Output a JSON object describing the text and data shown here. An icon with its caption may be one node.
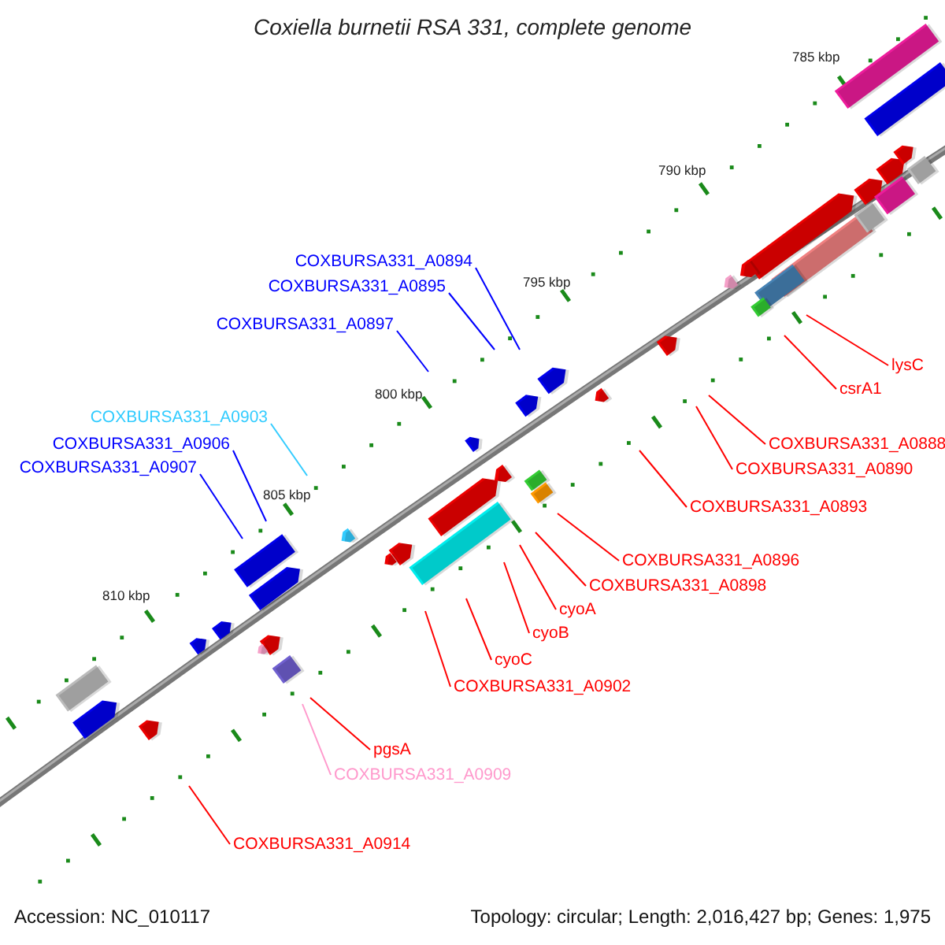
{
  "diagram": {
    "title": "Coxiella burnetii RSA 331, complete genome",
    "nodes": [
      {
        "text": [
          "COXBURSA331_A0894"
        ]
      },
      {
        "text": [
          "COXBURSA331_A0895"
        ]
      },
      {
        "text": [
          "COXBURSA331_A0897"
        ]
      },
      {
        "text": [
          "COXBURSA331_A0903"
        ]
      },
      {
        "text": [
          "COXBURSA331_A0906"
        ]
      },
      {
        "text": [
          "COXBURSA331_A0907"
        ]
      },
      {
        "text": [
          "lysC"
        ]
      },
      {
        "text": [
          "csrA1"
        ]
      },
      {
        "text": [
          "COXBURSA331_A0888"
        ]
      },
      {
        "text": [
          "COXBURSA331_A0890"
        ]
      },
      {
        "text": [
          "COXBURSA331_A0893"
        ]
      },
      {
        "text": [
          "COXBURSA331_A0896"
        ]
      },
      {
        "text": [
          "COXBURSA331_A0898"
        ]
      },
      {
        "text": [
          "cyoA"
        ]
      },
      {
        "text": [
          "cyoB"
        ]
      },
      {
        "text": [
          "cyoC"
        ]
      },
      {
        "text": [
          "COXBURSA331_A0902"
        ]
      },
      {
        "text": [
          "pgsA"
        ]
      },
      {
        "text": [
          "COXBURSA331_A0909"
        ]
      },
      {
        "text": [
          "COXBURSA331_A0914"
        ]
      }
    ],
    "edges": [
      {
        "from": 0,
        "to": null,
        "arrow": "none",
        "color": "#0000ff"
      },
      {
        "from": 1,
        "to": null,
        "arrow": "none",
        "color": "#0000ff"
      },
      {
        "from": 2,
        "to": null,
        "arrow": "none",
        "color": "#0000ff"
      },
      {
        "from": 3,
        "to": null,
        "arrow": "none",
        "color": "#33ccff"
      },
      {
        "from": 4,
        "to": null,
        "arrow": "none",
        "color": "#0000ff"
      },
      {
        "from": 5,
        "to": null,
        "arrow": "none",
        "color": "#0000ff"
      },
      {
        "from": 6,
        "to": null,
        "arrow": "none"
      },
      {
        "from": 7,
        "to": null,
        "arrow": "none"
      },
      {
        "from": 8,
        "to": null,
        "arrow": "none"
      },
      {
        "from": 9,
        "to": null,
        "arrow": "none"
      },
      {
        "from": 10,
        "to": null,
        "arrow": "none"
      },
      {
        "from": 11,
        "to": null,
        "arrow": "none"
      },
      {
        "from": 12,
        "to": null,
        "arrow": "none"
      },
      {
        "from": 13,
        "to": null,
        "arrow": "none"
      },
      {
        "from": 14,
        "to": null,
        "arrow": "none"
      },
      {
        "from": 15,
        "to": null,
        "arrow": "none"
      },
      {
        "from": 16,
        "to": null,
        "arrow": "none"
      },
      {
        "from": 17,
        "to": null,
        "arrow": "none"
      },
      {
        "from": 18,
        "to": null,
        "arrow": "none",
        "color": "#ff99cc"
      },
      {
        "from": 19,
        "to": null,
        "arrow": "none"
      }
    ],
    "labels": [
      "785 kbp",
      "790 kbp",
      "795 kbp",
      "800 kbp",
      "805 kbp",
      "810 kbp",
      "Accession: NC_010117",
      "Topology: circular; Length: 2,016,427 bp; Genes: 1,975"
    ]
  }
}
